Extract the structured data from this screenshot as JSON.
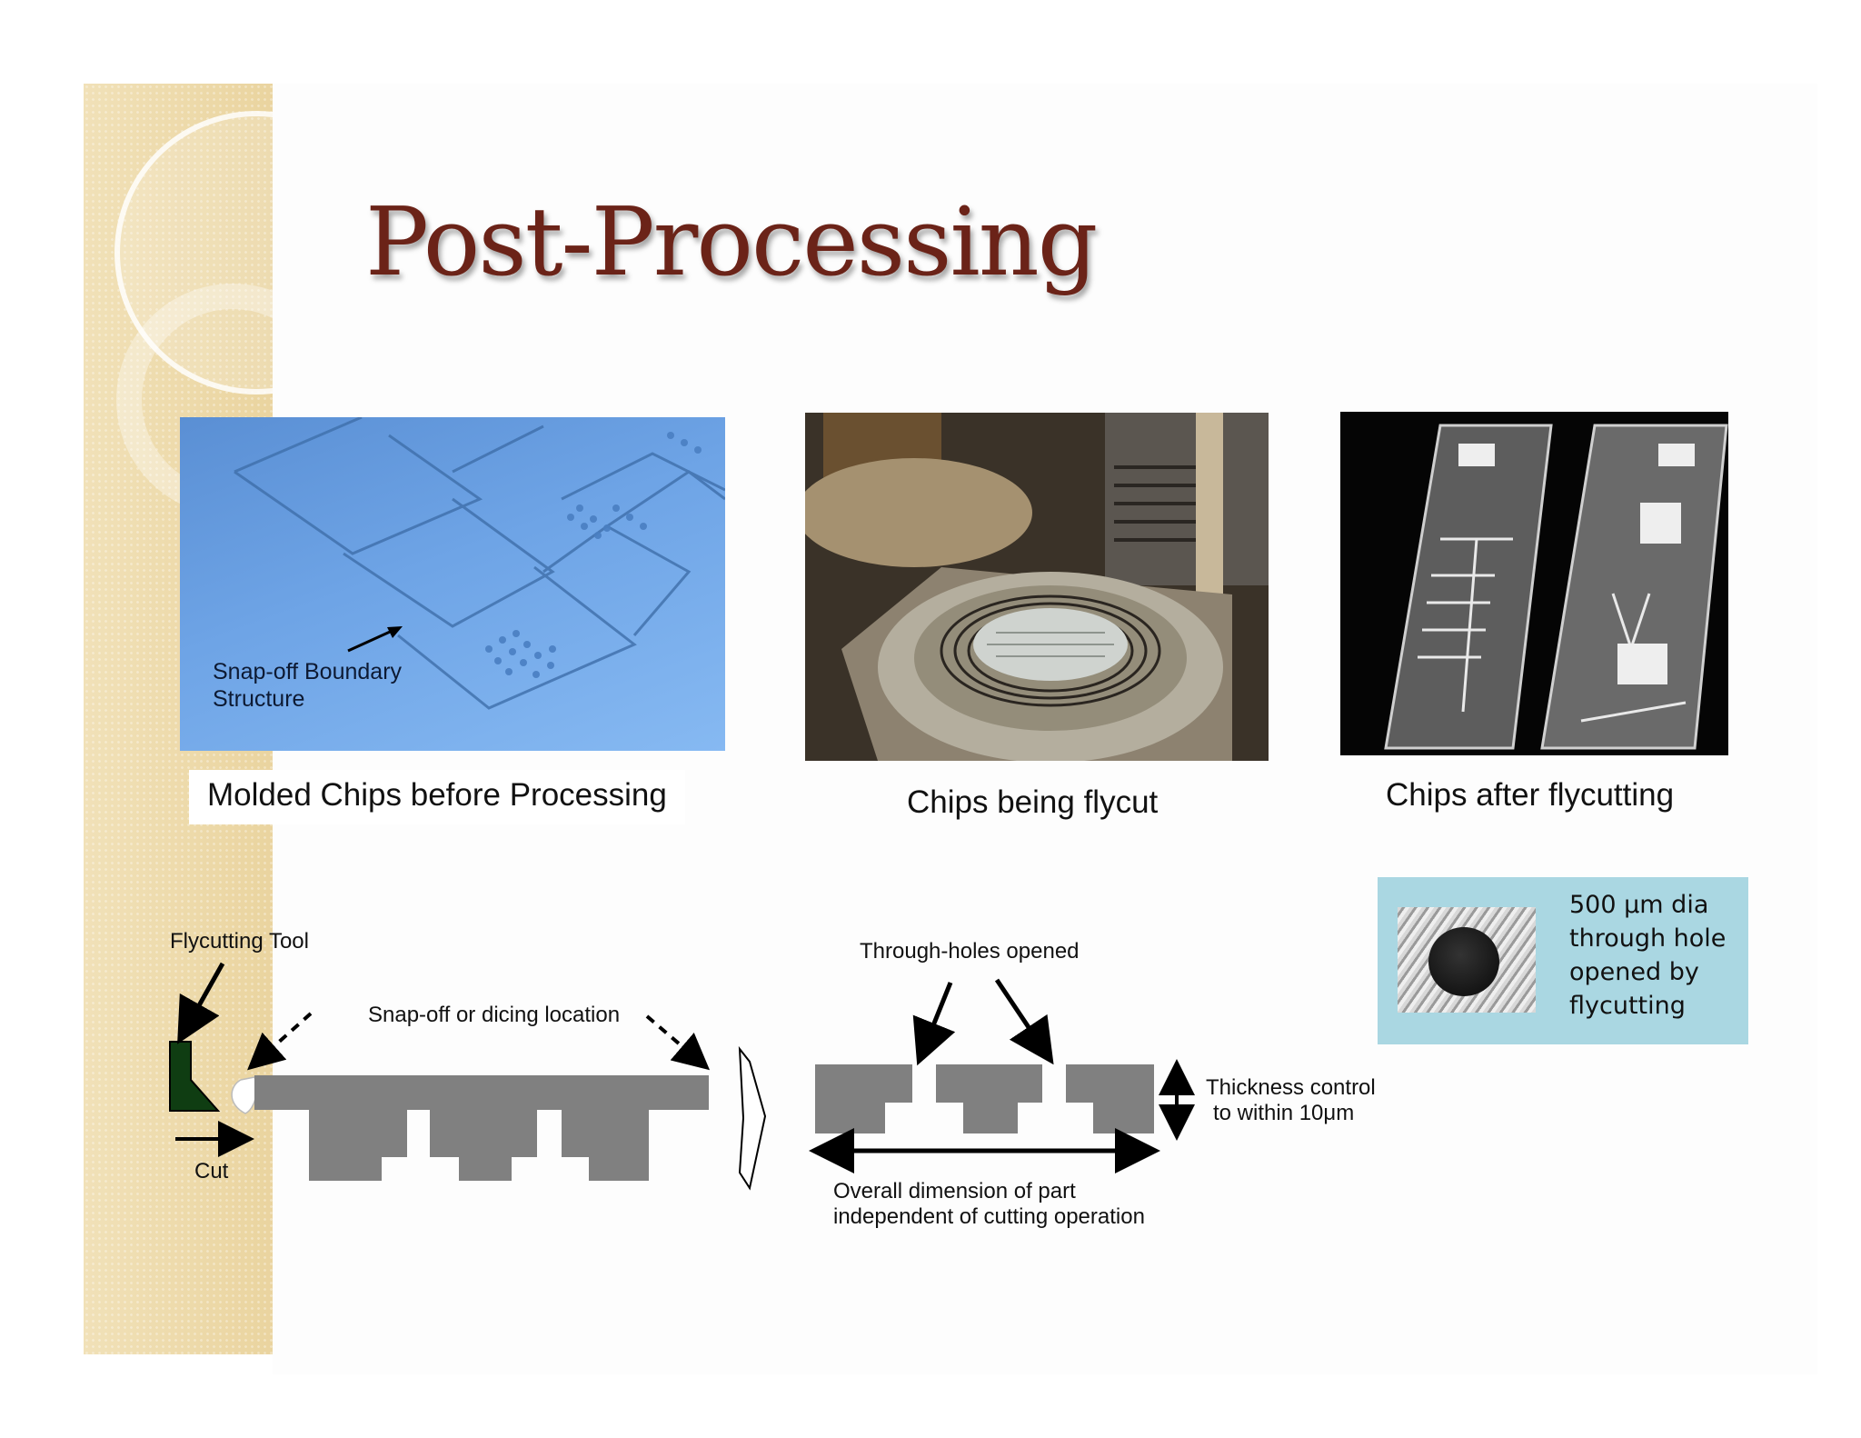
{
  "slide": {
    "title": "Post-Processing"
  },
  "photos": [
    {
      "caption": "Molded Chips before Processing",
      "label_line1": "Snap-off Boundary",
      "label_line2": "Structure"
    },
    {
      "caption": "Chips being flycut"
    },
    {
      "caption": "Chips after flycutting"
    }
  ],
  "inset": {
    "line1": "500 μm dia",
    "line2": "through hole",
    "line3": "opened by",
    "line4": "flycutting"
  },
  "diagram": {
    "tool_label": "Flycutting Tool",
    "cut_label": "Cut",
    "snap_label": "Snap-off or dicing location",
    "holes_label": "Through-holes opened",
    "thickness_line1": "Thickness control",
    "thickness_line2": "to within 10μm",
    "dimension_line1": "Overall dimension of part",
    "dimension_line2": "independent of cutting operation"
  },
  "colors": {
    "title": "#6b2318",
    "band": "#efdcae",
    "part_gray": "#808080",
    "tool_green": "#0f3d12",
    "inset_bg": "#aad7e2"
  }
}
